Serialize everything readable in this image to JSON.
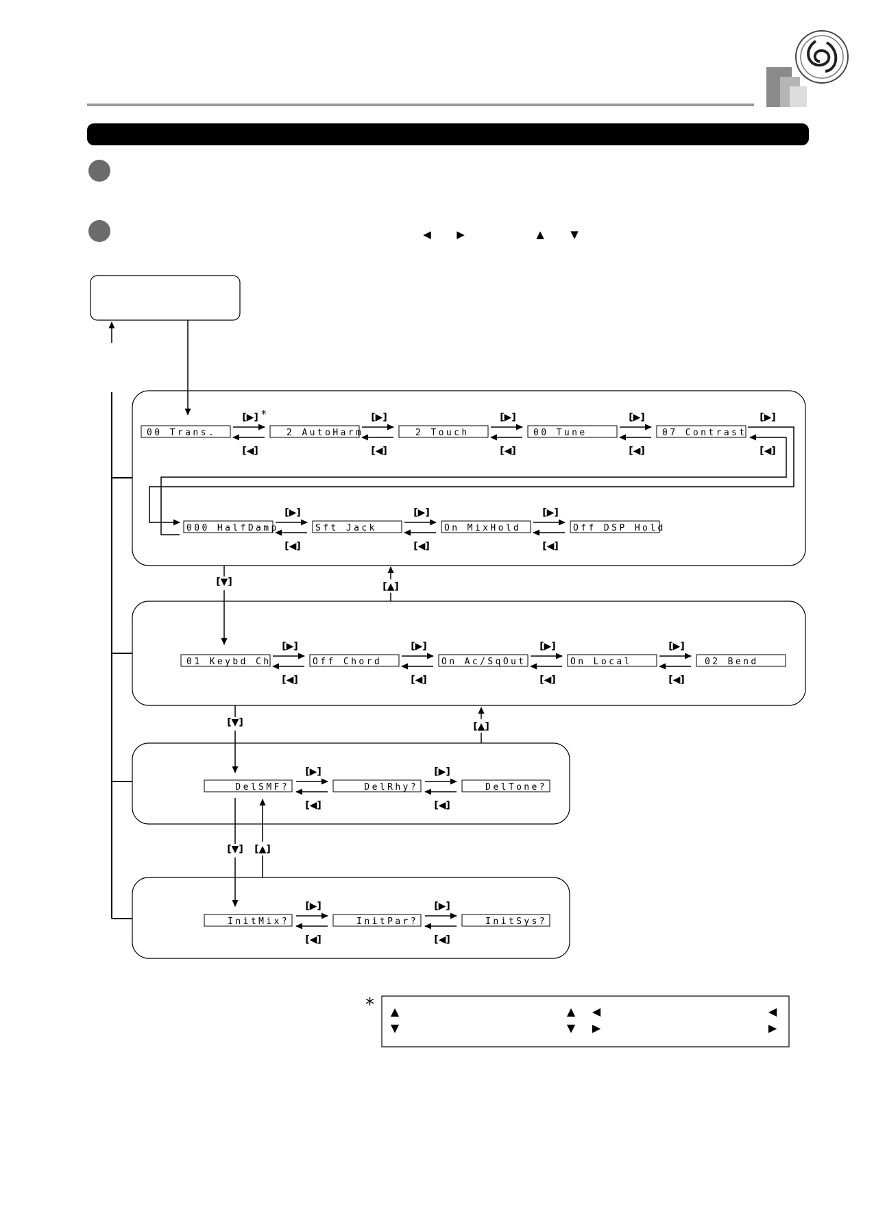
{
  "footnote_marker": "*",
  "rows": [
    {
      "id": "functions-1",
      "items": [
        "00 Trans.",
        "2 AutoHarm",
        "2 Touch",
        "00 Tune",
        "07 Contrast"
      ]
    },
    {
      "id": "functions-2",
      "items": [
        "000 HalfDamp",
        "Sft Jack",
        "On  MixHold",
        "Off DSP  Hold"
      ]
    },
    {
      "id": "midi-settings",
      "items": [
        "01 Keybd  Ch",
        "Off Chord",
        "On  Ac/SqOut",
        "On  Local",
        "02 Bend"
      ]
    },
    {
      "id": "delete-user-data",
      "items": [
        "DelSMF?",
        "DelRhy?",
        "DelTone?"
      ]
    },
    {
      "id": "initialize",
      "items": [
        "InitMix?",
        "InitPar?",
        "InitSys?"
      ]
    }
  ],
  "keys": {
    "right": "[▶]",
    "left": "[◀]",
    "down": "[▼]",
    "up": "[▲]"
  },
  "step_icons": {
    "left_cursor": "◀",
    "right_cursor": "▶",
    "up_cursor": "▲",
    "down_cursor": "▼"
  },
  "note_icons": {
    "row1": [
      "▲",
      "▲",
      "◀",
      "◀"
    ],
    "row2": [
      "▼",
      "▼",
      "▶",
      "▶"
    ]
  },
  "colors": {
    "title_bar": "#000000",
    "step_circle": "#6b6b6b",
    "header_line": "#9a9a9a",
    "corner_dark": "#8a8a8a",
    "corner_mid": "#b5b5b5",
    "corner_light": "#dcdcdc"
  },
  "icons": [
    "logo-seal-icon",
    "page-corner-icon"
  ]
}
